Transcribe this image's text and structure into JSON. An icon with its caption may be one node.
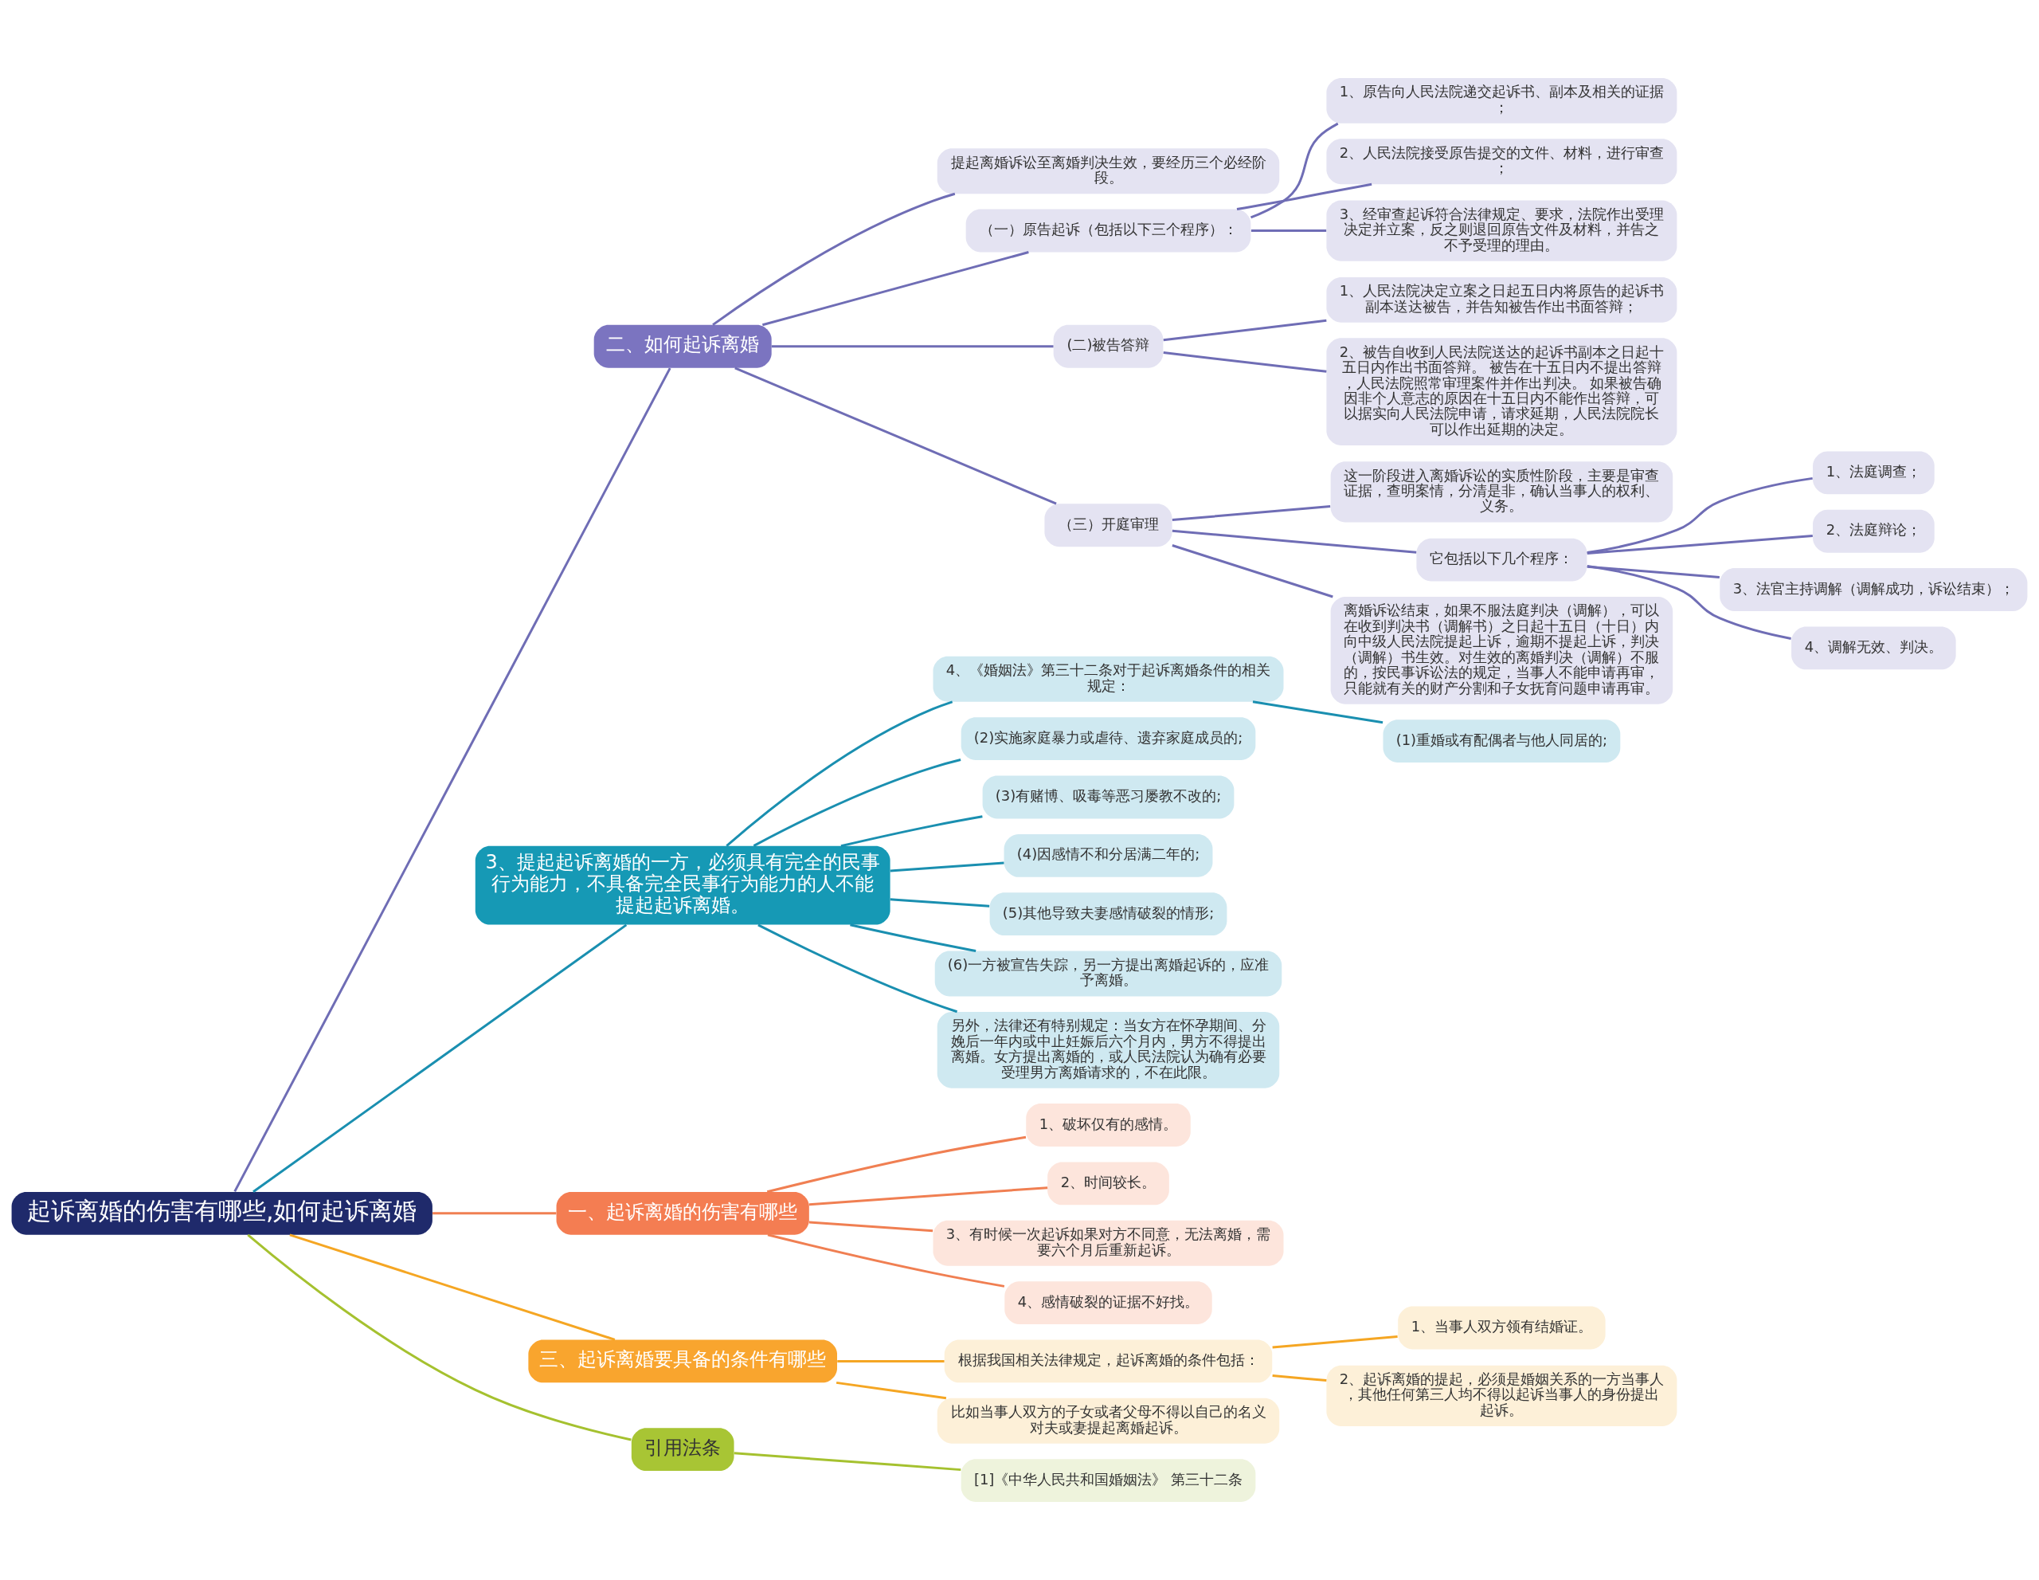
{
  "diagram": {
    "nodes": [
      {
        "text": [
          "起诉离婚的伤害有哪些,如何起诉离婚"
        ]
      },
      {
        "text": [
          "二、如何起诉离婚"
        ]
      },
      {
        "text": [
          "提起离婚诉讼至离婚判决生效，要经历三个必经阶段。"
        ]
      },
      {
        "text": [
          "（一）原告起诉（包括以下三个程序）："
        ]
      },
      {
        "text": [
          "1、原告向人民法院递交起诉书、副本及相关的证据；"
        ]
      },
      {
        "text": [
          "2、人民法院接受原告提交的文件、材料，进行审查；"
        ]
      },
      {
        "text": [
          "3、经审查起诉符合法律规定、要求，法院作出受理决定并立案，反之则退回原告文件及材料，并告之不予受理的理由。"
        ]
      },
      {
        "text": [
          "(二)被告答辩"
        ]
      },
      {
        "text": [
          "1、人民法院决定立案之日起五日内将原告的起诉书副本送达被告，并告知被告作出书面答辩；"
        ]
      },
      {
        "text": [
          "2、被告自收到人民法院送达的起诉书副本之日起十五日内作出书面答辩。 被告在十五日内不提出答辩，人民法院照常审理案件并作出判决。 如果被告确因非个人意志的原因在十五日内不能作出答辩，可以据实向人民法院申请，请求延期，人民法院院长可以作出延期的决定。"
        ]
      },
      {
        "text": [
          "（三）开庭审理"
        ]
      },
      {
        "text": [
          "这一阶段进入离婚诉讼的实质性阶段，主要是审查证据，查明案情，分清是非，确认当事人的权利、义务。"
        ]
      },
      {
        "text": [
          "它包括以下几个程序："
        ]
      },
      {
        "text": [
          "1、法庭调查；"
        ]
      },
      {
        "text": [
          "2、法庭辩论；"
        ]
      },
      {
        "text": [
          "3、法官主持调解（调解成功，诉讼结束）；"
        ]
      },
      {
        "text": [
          "4、调解无效、判决。"
        ]
      },
      {
        "text": [
          "离婚诉讼结束，如果不服法庭判决（调解），可以在收到判决书（调解书）之日起十五日（十日）内向中级人民法院提起上诉，逾期不提起上诉，判决（调解）书生效。对生效的离婚判决（调解）不服的，按民事诉讼法的规定，当事人不能申请再审，只能就有关的财产分割和子女抚育问题申请再审。"
        ]
      },
      {
        "text": [
          "3、提起起诉离婚的一方，必须具有完全的民事行为能力，不具备完全民事行为能力的人不能提起起诉离婚。"
        ]
      },
      {
        "text": [
          "4、《婚姻法》第三十二条对于起诉离婚条件的相关规定："
        ]
      },
      {
        "text": [
          "(1)重婚或有配偶者与他人同居的;"
        ]
      },
      {
        "text": [
          "(2)实施家庭暴力或虐待、遗弃家庭成员的;"
        ]
      },
      {
        "text": [
          "(3)有赌博、吸毒等恶习屡教不改的;"
        ]
      },
      {
        "text": [
          "(4)因感情不和分居满二年的;"
        ]
      },
      {
        "text": [
          "(5)其他导致夫妻感情破裂的情形;"
        ]
      },
      {
        "text": [
          "(6)一方被宣告失踪，另一方提出离婚起诉的，应准予离婚。"
        ]
      },
      {
        "text": [
          "另外，法律还有特别规定：当女方在怀孕期间、分娩后一年内或中止妊娠后六个月内，男方不得提出离婚。女方提出离婚的，或人民法院认为确有必要受理男方离婚请求的，不在此限。"
        ]
      },
      {
        "text": [
          "一、起诉离婚的伤害有哪些"
        ]
      },
      {
        "text": [
          "1、破坏仅有的感情。"
        ]
      },
      {
        "text": [
          "2、时间较长。"
        ]
      },
      {
        "text": [
          "3、有时候一次起诉如果对方不同意，无法离婚，需要六个月后重新起诉。"
        ]
      },
      {
        "text": [
          "4、感情破裂的证据不好找。"
        ]
      },
      {
        "text": [
          "三、起诉离婚要具备的条件有哪些"
        ]
      },
      {
        "text": [
          "根据我国相关法律规定，起诉离婚的条件包括："
        ]
      },
      {
        "text": [
          "1、当事人双方领有结婚证。"
        ]
      },
      {
        "text": [
          "2、起诉离婚的提起，必须是婚姻关系的一方当事人，其他任何第三人均不得以起诉当事人的身份提出起诉。"
        ]
      },
      {
        "text": [
          "比如当事人双方的子女或者父母不得以自己的名义对夫或妻提起离婚起诉。"
        ]
      },
      {
        "text": [
          "引用法条"
        ]
      },
      {
        "text": [
          "[1]《中华人民共和国婚姻法》 第三十二条"
        ]
      }
    ],
    "edges": [
      {
        "from": 0,
        "to": 1,
        "arrow": "none"
      },
      {
        "from": 1,
        "to": 2,
        "arrow": "none"
      },
      {
        "from": 1,
        "to": 3,
        "arrow": "none"
      },
      {
        "from": 3,
        "to": 4,
        "arrow": "none"
      },
      {
        "from": 3,
        "to": 5,
        "arrow": "none"
      },
      {
        "from": 3,
        "to": 6,
        "arrow": "none"
      },
      {
        "from": 1,
        "to": 7,
        "arrow": "none"
      },
      {
        "from": 7,
        "to": 8,
        "arrow": "none"
      },
      {
        "from": 7,
        "to": 9,
        "arrow": "none"
      },
      {
        "from": 1,
        "to": 10,
        "arrow": "none"
      },
      {
        "from": 10,
        "to": 11,
        "arrow": "none"
      },
      {
        "from": 10,
        "to": 12,
        "arrow": "none"
      },
      {
        "from": 12,
        "to": 13,
        "arrow": "none"
      },
      {
        "from": 12,
        "to": 14,
        "arrow": "none"
      },
      {
        "from": 12,
        "to": 15,
        "arrow": "none"
      },
      {
        "from": 12,
        "to": 16,
        "arrow": "none"
      },
      {
        "from": 10,
        "to": 17,
        "arrow": "none"
      },
      {
        "from": 0,
        "to": 18,
        "arrow": "none",
        "color": "#1a8fb0"
      },
      {
        "from": 18,
        "to": 19,
        "arrow": "none",
        "color": "#1a8fb0"
      },
      {
        "from": 19,
        "to": 20,
        "arrow": "none",
        "color": "#1a8fb0"
      },
      {
        "from": 18,
        "to": 21,
        "arrow": "none",
        "color": "#1a8fb0"
      },
      {
        "from": 18,
        "to": 22,
        "arrow": "none",
        "color": "#1a8fb0"
      },
      {
        "from": 18,
        "to": 23,
        "arrow": "none",
        "color": "#1a8fb0"
      },
      {
        "from": 18,
        "to": 24,
        "arrow": "none",
        "color": "#1a8fb0"
      },
      {
        "from": 18,
        "to": 25,
        "arrow": "none",
        "color": "#1a8fb0"
      },
      {
        "from": 18,
        "to": 26,
        "arrow": "none",
        "color": "#1a8fb0"
      },
      {
        "from": 0,
        "to": 27,
        "arrow": "none",
        "color": "#f07f52"
      },
      {
        "from": 27,
        "to": 28,
        "arrow": "none",
        "color": "#f07f52"
      },
      {
        "from": 27,
        "to": 29,
        "arrow": "none",
        "color": "#f07f52"
      },
      {
        "from": 27,
        "to": 30,
        "arrow": "none",
        "color": "#f07f52"
      },
      {
        "from": 27,
        "to": 31,
        "arrow": "none",
        "color": "#f07f52"
      },
      {
        "from": 0,
        "to": 32,
        "arrow": "none",
        "color": "#f5a623"
      },
      {
        "from": 32,
        "to": 33,
        "arrow": "none",
        "color": "#f5a623"
      },
      {
        "from": 33,
        "to": 34,
        "arrow": "none",
        "color": "#f5a623"
      },
      {
        "from": 33,
        "to": 35,
        "arrow": "none",
        "color": "#f5a623"
      },
      {
        "from": 32,
        "to": 36,
        "arrow": "none",
        "color": "#f5a623"
      },
      {
        "from": 0,
        "to": 37,
        "arrow": "none",
        "color": "#a5c12f"
      },
      {
        "from": 37,
        "to": 38,
        "arrow": "none",
        "color": "#a5c12f"
      }
    ]
  }
}
